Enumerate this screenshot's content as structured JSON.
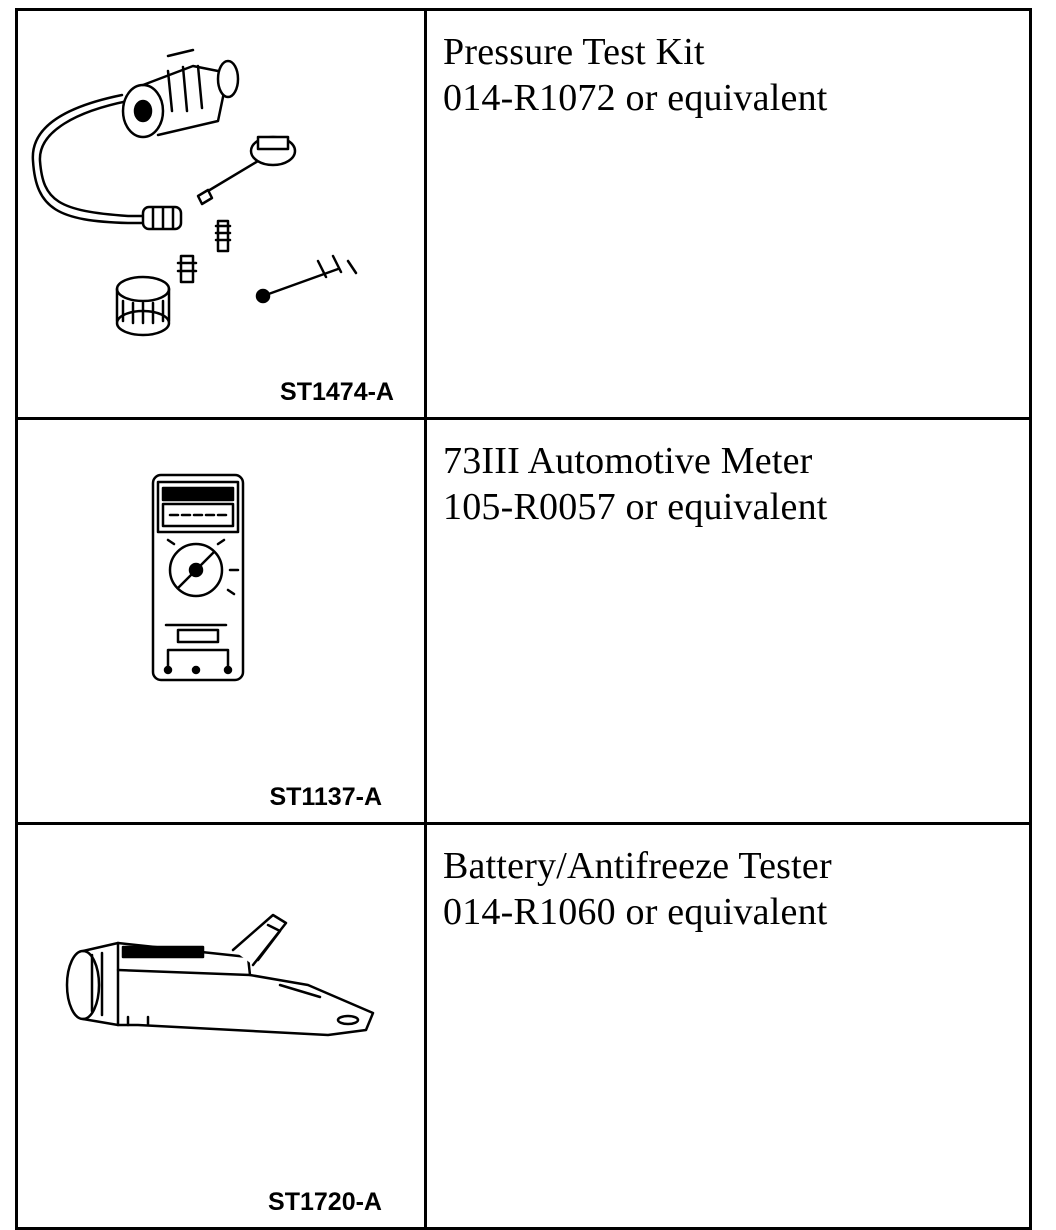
{
  "rows": [
    {
      "image_code": "ST1474-A",
      "tool_name": "Pressure Test Kit",
      "tool_number": "014-R1072 or equivalent",
      "icon": "pressure-test-kit-illustration"
    },
    {
      "image_code": "ST1137-A",
      "tool_name": "73III Automotive Meter",
      "tool_number": "105-R0057 or equivalent",
      "icon": "automotive-meter-illustration"
    },
    {
      "image_code": "ST1720-A",
      "tool_name": "Battery/Antifreeze Tester",
      "tool_number": "014-R1060 or equivalent",
      "icon": "refractometer-illustration"
    }
  ]
}
